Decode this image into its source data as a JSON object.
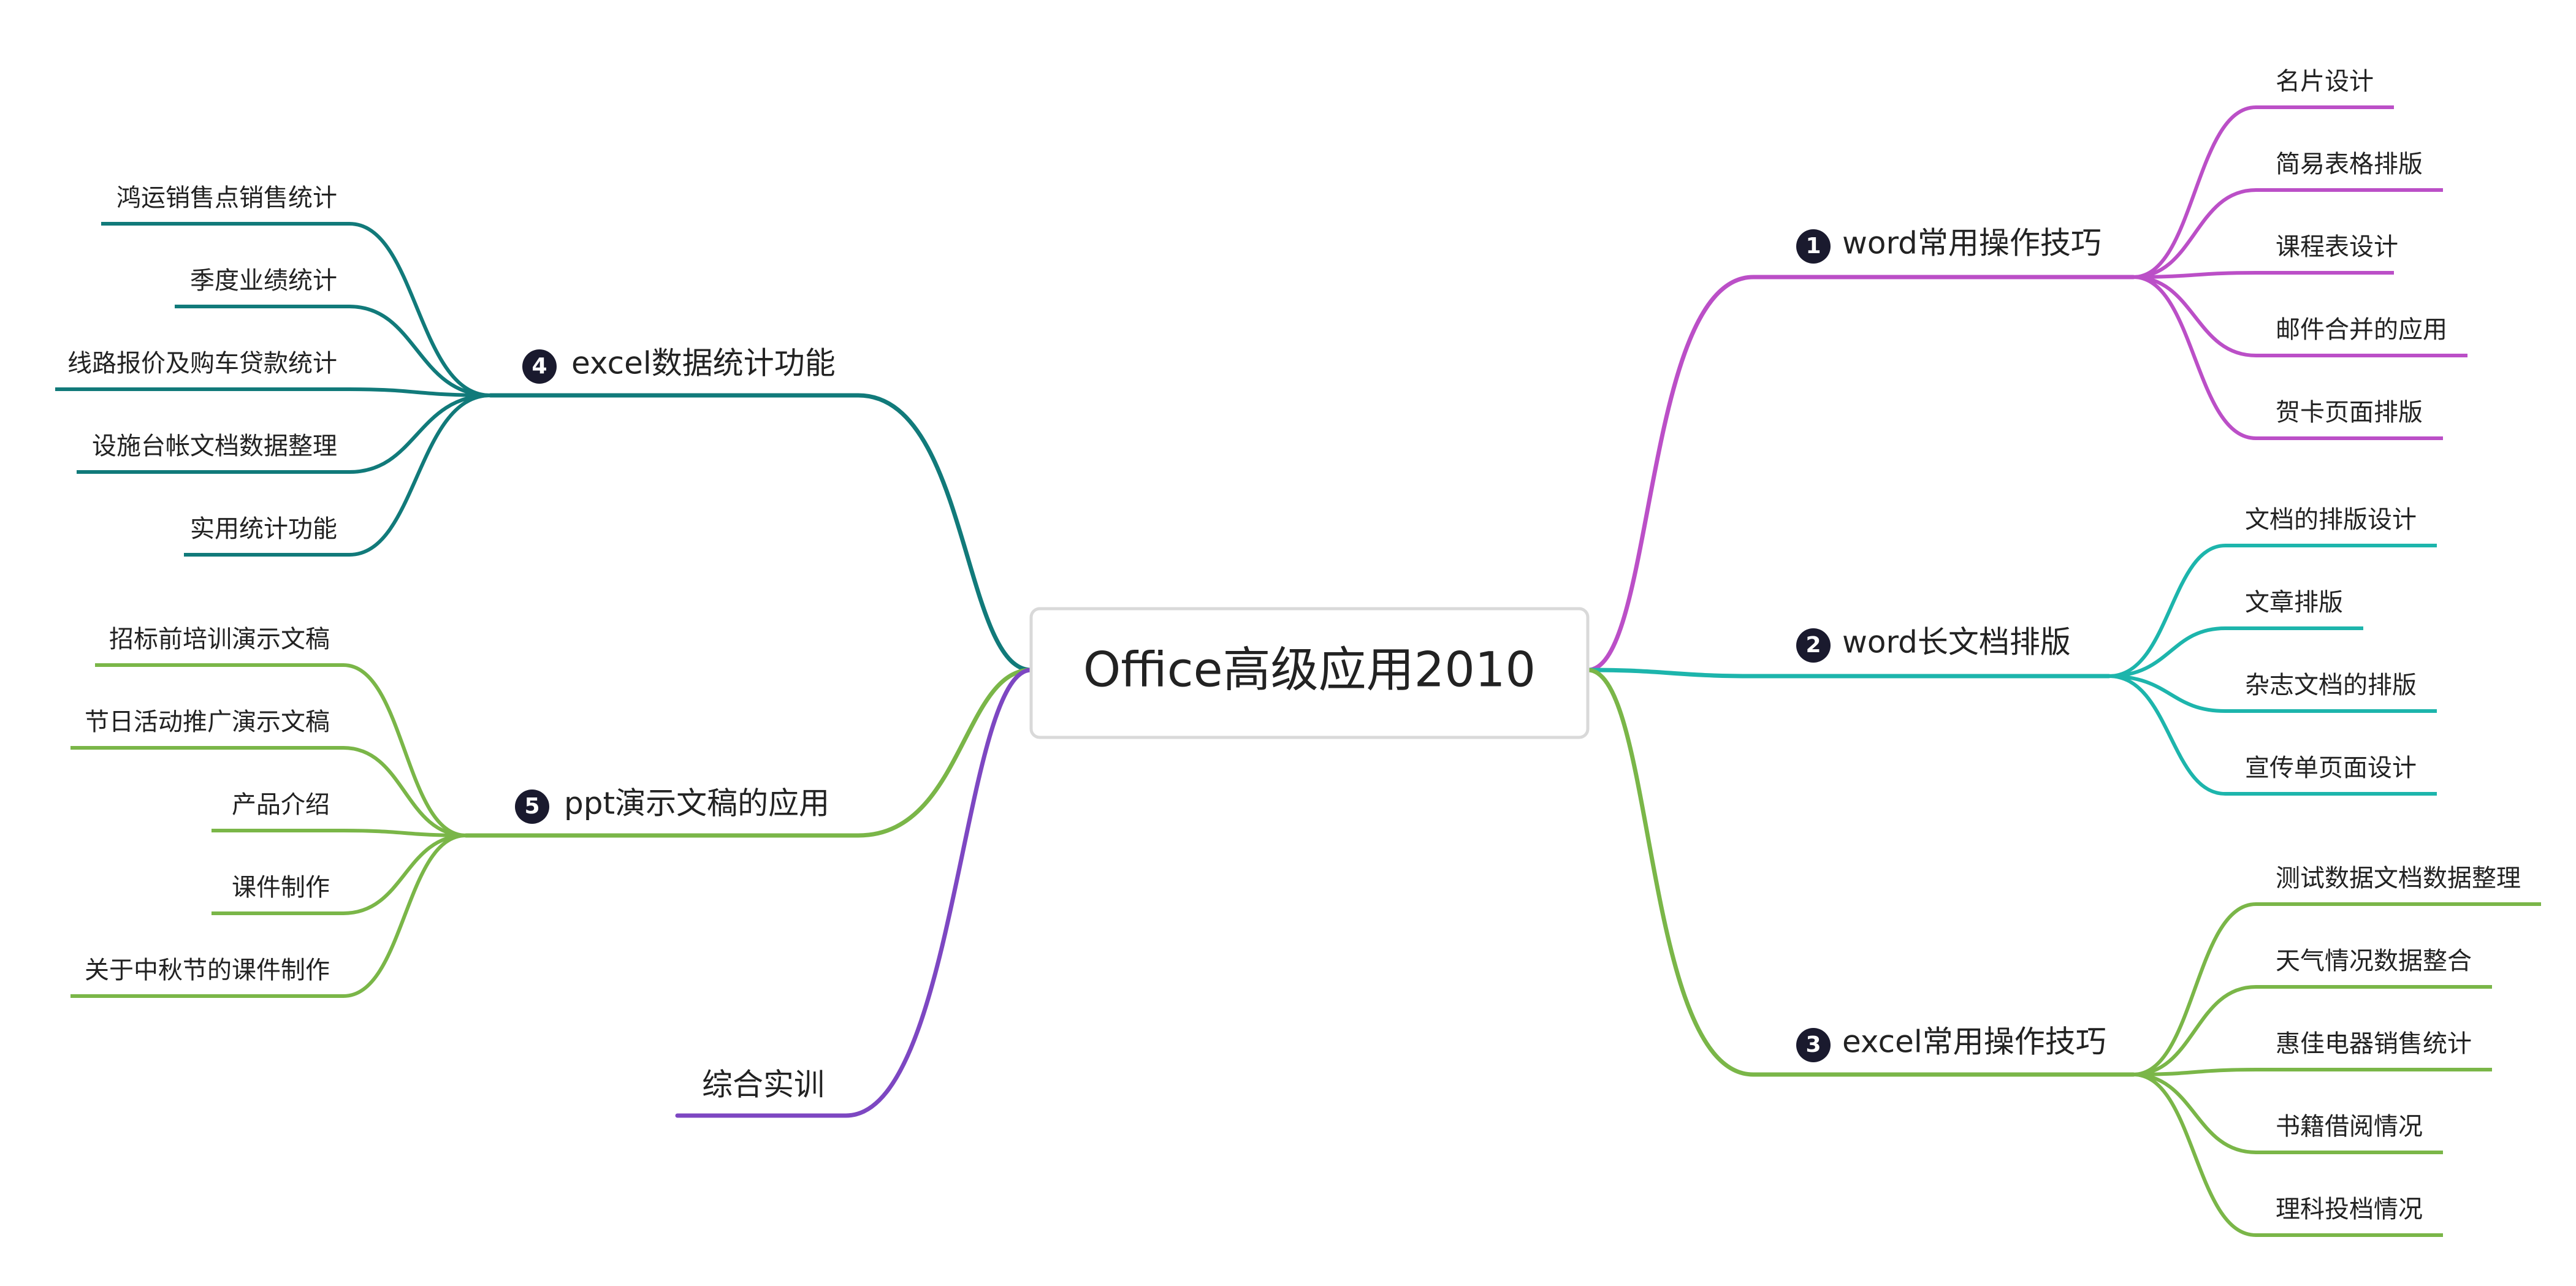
{
  "root": {
    "label": "Office高级应用2010"
  },
  "branches": [
    {
      "key": "b1",
      "number": "1",
      "label": "word常用操作技巧",
      "color": "#BB4FC7",
      "children": [
        "名片设计",
        "简易表格排版",
        "课程表设计",
        "邮件合并的应用",
        "贺卡页面排版"
      ]
    },
    {
      "key": "b2",
      "number": "2",
      "label": "word长文档排版",
      "color": "#1DB5AC",
      "children": [
        "文档的排版设计",
        "文章排版",
        "杂志文档的排版",
        "宣传单页面设计"
      ]
    },
    {
      "key": "b3",
      "number": "3",
      "label": "excel常用操作技巧",
      "color": "#7AB648",
      "children": [
        "测试数据文档数据整理",
        "天气情况数据整合",
        "惠佳电器销售统计",
        "书籍借阅情况",
        "理科投档情况"
      ]
    },
    {
      "key": "b4",
      "number": "4",
      "label": "excel数据统计功能",
      "color": "#117A7A",
      "children": [
        "鸿运销售点销售统计",
        "季度业绩统计",
        "线路报价及购车贷款统计",
        "设施台帐文档数据整理",
        "实用统计功能"
      ]
    },
    {
      "key": "b5",
      "number": "5",
      "label": "ppt演示文稿的应用",
      "color": "#7AB648",
      "children": [
        "招标前培训演示文稿",
        "节日活动推广演示文稿",
        "产品介绍",
        "课件制作",
        "关于中秋节的课件制作"
      ]
    },
    {
      "key": "b6",
      "number": "",
      "label": "综合实训",
      "color": "#7D47C2",
      "children": []
    }
  ]
}
